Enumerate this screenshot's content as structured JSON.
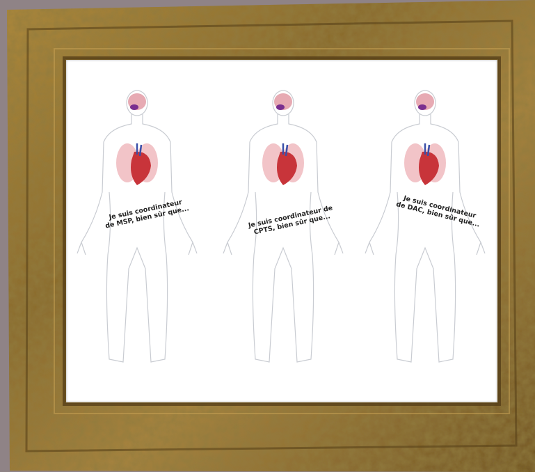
{
  "figures": [
    {
      "caption_line1": "Je suis coordinateur",
      "caption_line2": "de MSP, bien sûr que..."
    },
    {
      "caption_line1": "Je suis coordinateur de",
      "caption_line2": "CPTS, bien sûr que..."
    },
    {
      "caption_line1": "Je suis coordinateur",
      "caption_line2": "de DAC, bien sûr que..."
    }
  ],
  "colors": {
    "frame_gold": "#8a6a2c",
    "wall": "#8f8386",
    "lung": "#f2c4c8",
    "heart": "#c8343a",
    "brain": "#e7aab3"
  }
}
